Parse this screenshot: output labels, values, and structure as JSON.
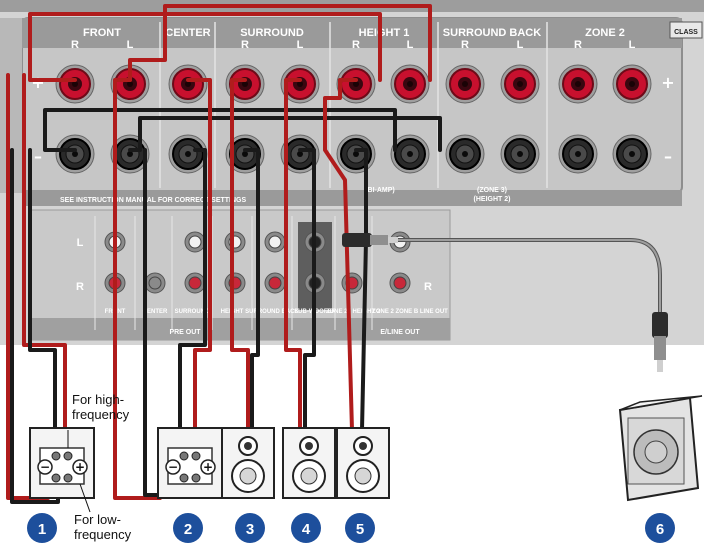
{
  "panel": {
    "groups": [
      {
        "name": "FRONT",
        "channels": [
          "R",
          "L"
        ]
      },
      {
        "name": "CENTER",
        "channels": []
      },
      {
        "name": "SURROUND",
        "channels": [
          "R",
          "L"
        ]
      },
      {
        "name": "HEIGHT 1",
        "channels": [
          "R",
          "L"
        ]
      },
      {
        "name": "SURROUND BACK",
        "channels": [
          "R",
          "L"
        ]
      },
      {
        "name": "ZONE 2",
        "channels": [
          "R",
          "L"
        ]
      }
    ],
    "corner_label": "CLASS",
    "plus_sign": "+",
    "minus_sign": "–",
    "caution_text": "SEE INSTRUCTION MANUAL FOR CORRECT SETTINGS",
    "biamp_label": "(BI-AMP)",
    "zone3_label": "(ZONE 3)",
    "height2_label": "(HEIGHT 2)",
    "rca_left": "L",
    "rca_right": "R",
    "rca_right2": "R",
    "preout_columns": [
      "FRONT",
      "CENTER",
      "SURROUND",
      "HEIGHT",
      "SURROUND BACK",
      "SUB-WOOFER",
      "ZONE 2 / HEIGHT 2",
      "ZONE 2 ZONE B LINE OUT"
    ],
    "preout_label": "PRE OUT",
    "lineout_label": "E/LINE OUT"
  },
  "notes": {
    "high_frequency": [
      "For high-",
      "frequency"
    ],
    "low_frequency": [
      "For low-",
      "frequency"
    ]
  },
  "badges": [
    "1",
    "2",
    "3",
    "4",
    "5",
    "6"
  ],
  "colors": {
    "panel": "#d2d2d2",
    "panel_dark": "#a8a8a8",
    "red_terminal": "#c8102e",
    "cable_red": "#b01c1c",
    "cable_black": "#1a1a1a",
    "badge_blue": "#1d4f9c"
  }
}
